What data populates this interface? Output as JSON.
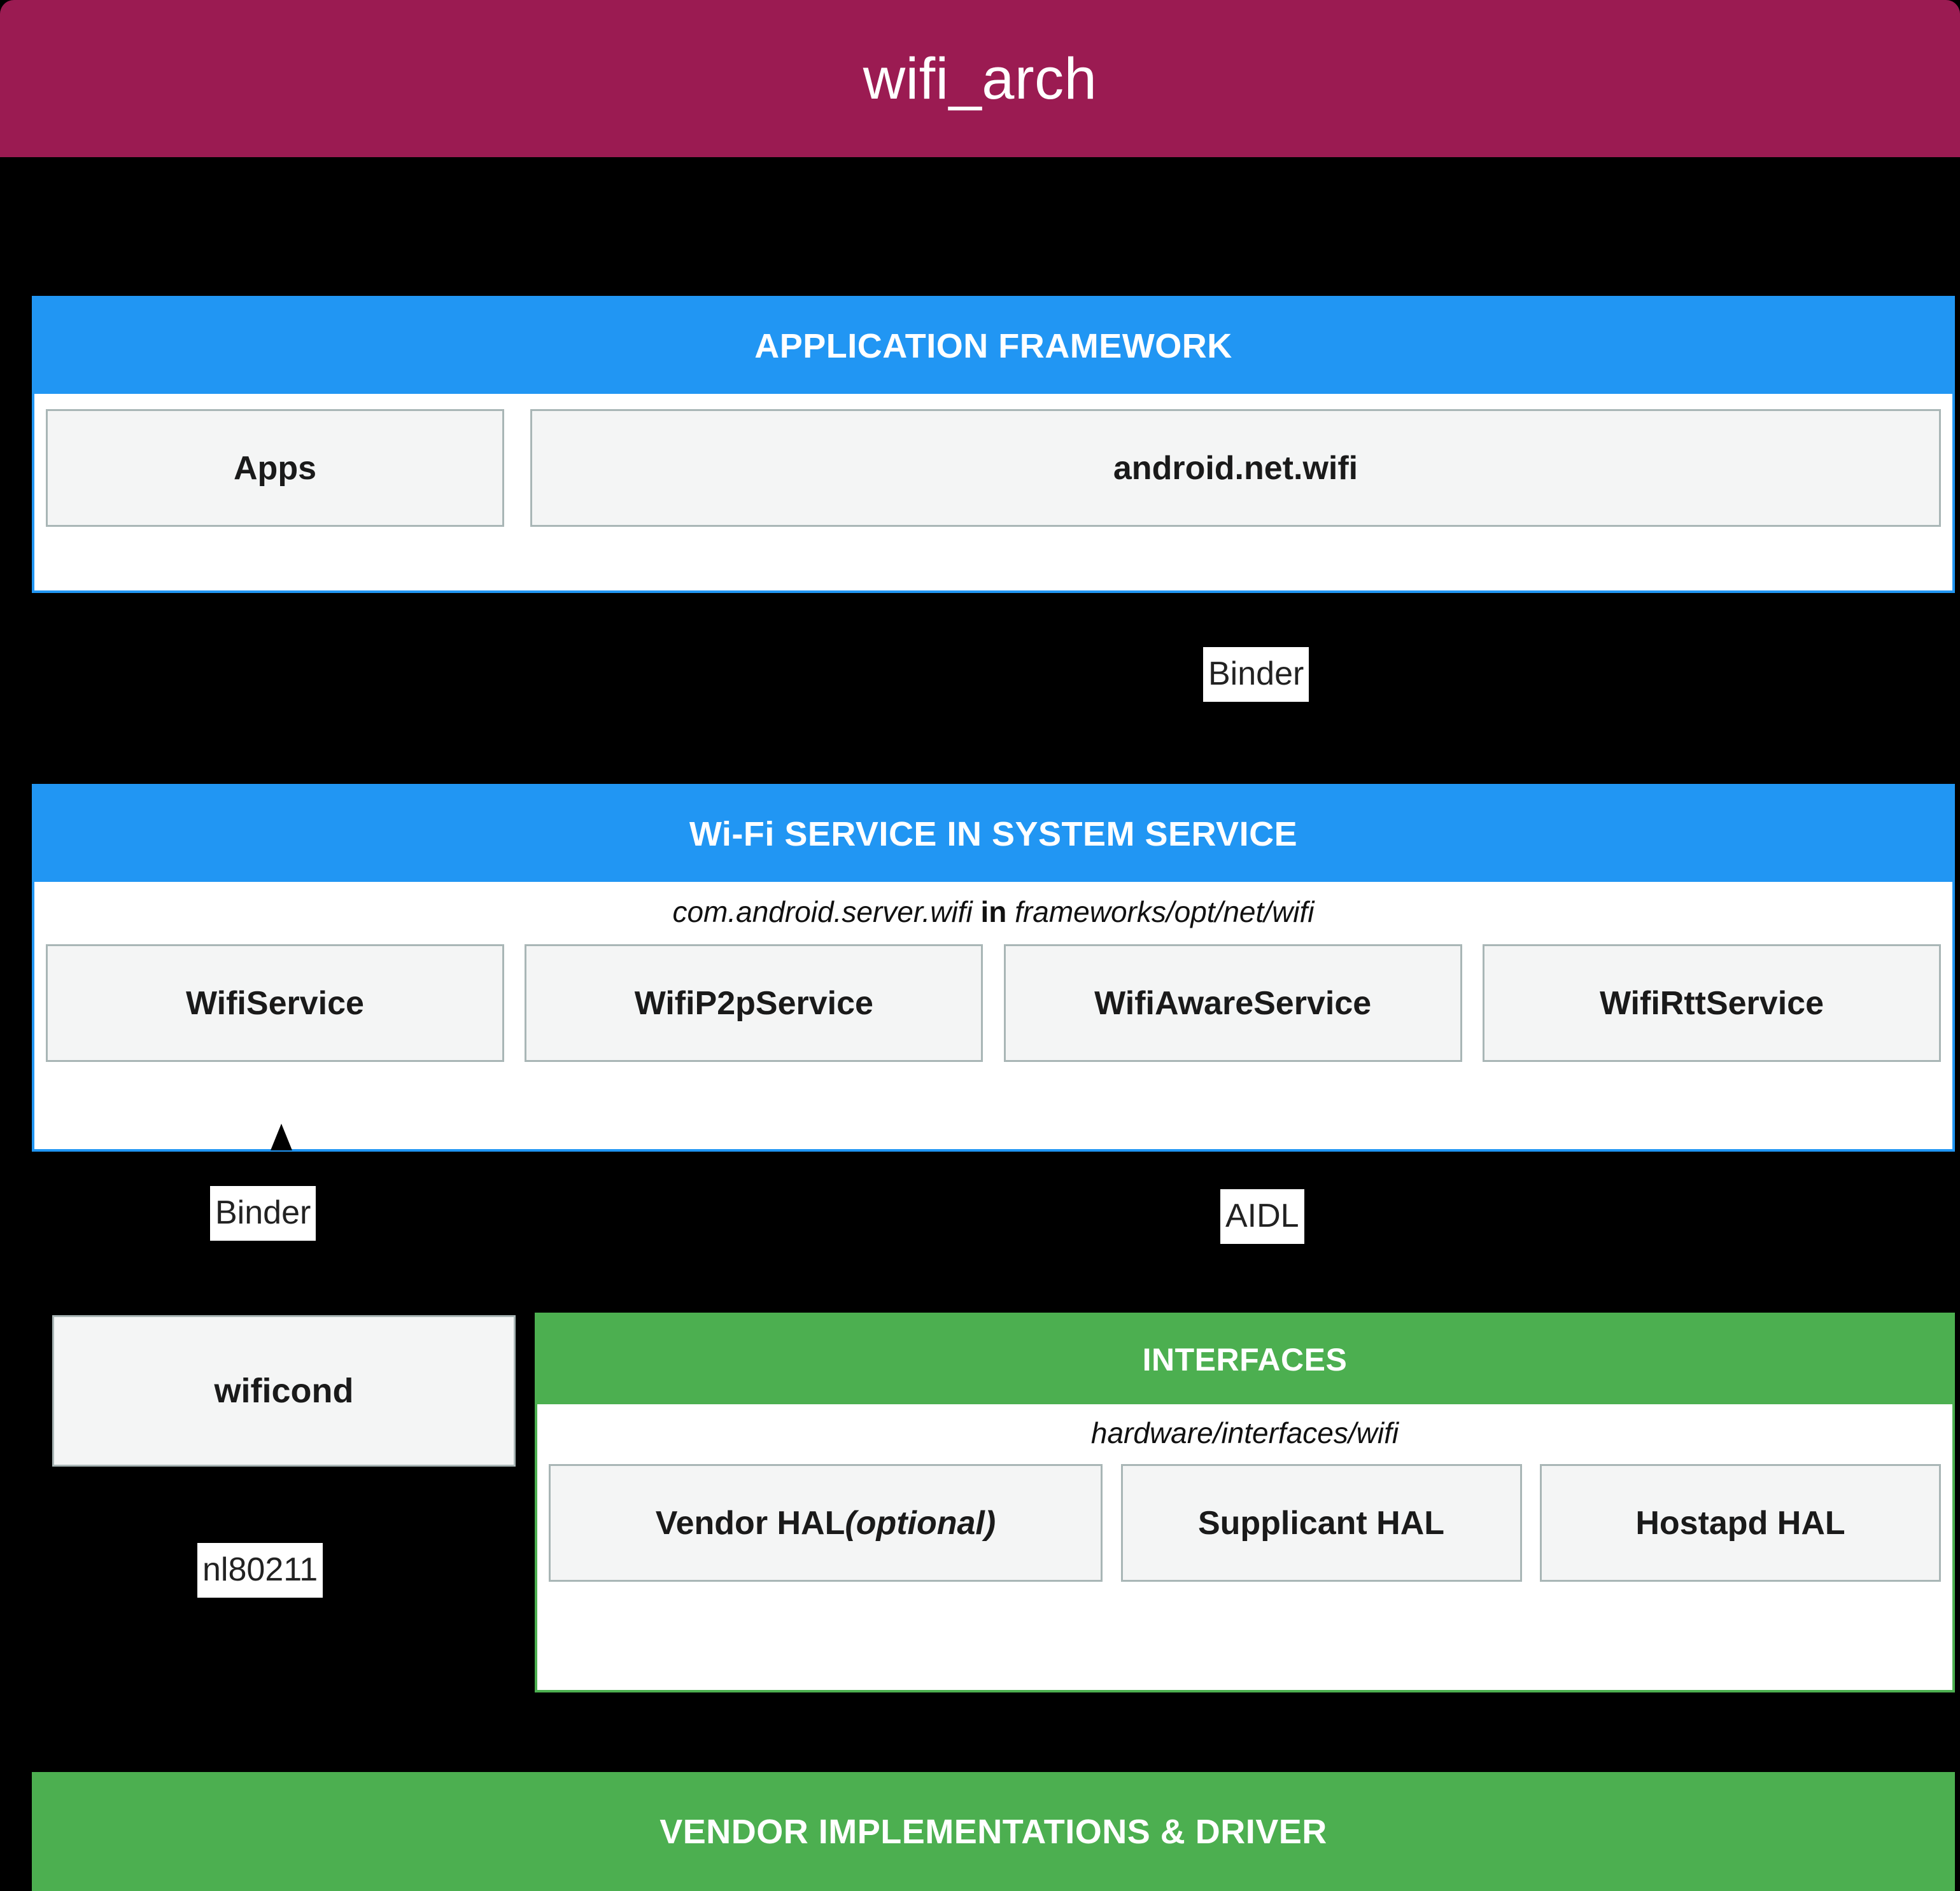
{
  "title": {
    "text": "wifi_arch",
    "bar_color": "#9B1B52",
    "text_color": "#FFFFFF"
  },
  "colors": {
    "background": "#000000",
    "blue_layer": "#2196F3",
    "green_layer": "#4CAF50",
    "box_fill": "#F4F5F5",
    "box_border": "#A9B6B6",
    "panel_body": "#FFFFFF"
  },
  "layers": [
    {
      "id": "application-framework",
      "header": "APPLICATION FRAMEWORK",
      "accent": "#2196F3",
      "subtitle": null,
      "boxes": [
        {
          "label": "Apps"
        },
        {
          "label": "android.net.wifi"
        }
      ]
    },
    {
      "id": "wifi-service",
      "header": "Wi-Fi SERVICE IN SYSTEM SERVICE",
      "accent": "#2196F3",
      "subtitle": {
        "package": "com.android.server.wifi",
        "connector": "in",
        "path": "frameworks/opt/net/wifi"
      },
      "boxes": [
        {
          "label": "WifiService"
        },
        {
          "label": "WifiP2pService"
        },
        {
          "label": "WifiAwareService"
        },
        {
          "label": "WifiRttService"
        }
      ]
    },
    {
      "id": "interfaces",
      "header": "INTERFACES",
      "accent": "#4CAF50",
      "subtitle": {
        "path": "hardware/interfaces/wifi"
      },
      "boxes": [
        {
          "label": "Vendor HAL ",
          "suffix_italic": "(optional)"
        },
        {
          "label": "Supplicant HAL"
        },
        {
          "label": "Hostapd HAL"
        }
      ]
    },
    {
      "id": "vendor-implementations",
      "header": "VENDOR IMPLEMENTATIONS & DRIVER",
      "accent": "#4CAF50",
      "subtitle": null,
      "boxes": []
    }
  ],
  "standalone_boxes": [
    {
      "id": "wificond",
      "label": "wificond"
    }
  ],
  "edge_labels": [
    {
      "id": "binder-framework-to-service",
      "text": "Binder"
    },
    {
      "id": "binder-service-to-wificond",
      "text": "Binder"
    },
    {
      "id": "aidl-service-to-interfaces",
      "text": "AIDL"
    },
    {
      "id": "nl80211-wificond-to-driver",
      "text": "nl80211"
    }
  ]
}
